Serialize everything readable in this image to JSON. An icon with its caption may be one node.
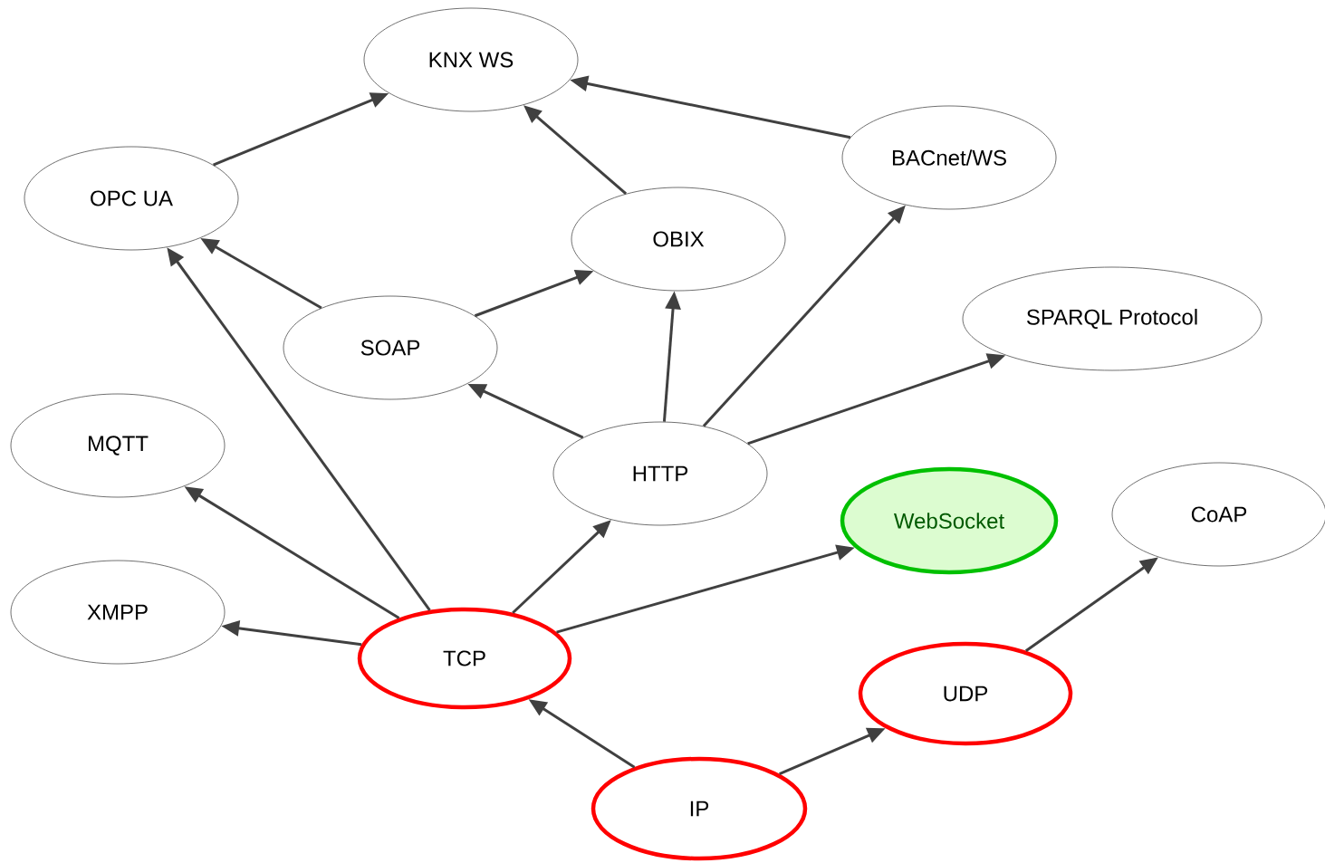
{
  "diagram": {
    "nodes": [
      {
        "text": [
          "KNX WS"
        ]
      },
      {
        "text": [
          "OPC UA"
        ]
      },
      {
        "text": [
          "BACnet/WS"
        ]
      },
      {
        "text": [
          "OBIX"
        ]
      },
      {
        "text": [
          "SPARQL Protocol"
        ]
      },
      {
        "text": [
          "SOAP"
        ]
      },
      {
        "text": [
          "MQTT"
        ]
      },
      {
        "text": [
          "HTTP"
        ]
      },
      {
        "text": [
          "WebSocket"
        ]
      },
      {
        "text": [
          "CoAP"
        ]
      },
      {
        "text": [
          "XMPP"
        ]
      },
      {
        "text": [
          "TCP"
        ]
      },
      {
        "text": [
          "UDP"
        ]
      },
      {
        "text": [
          "IP"
        ]
      }
    ],
    "edges": [
      {
        "from": 1,
        "to": 0,
        "arrow": "to"
      },
      {
        "from": 3,
        "to": 0,
        "arrow": "to"
      },
      {
        "from": 2,
        "to": 0,
        "arrow": "to"
      },
      {
        "from": 5,
        "to": 1,
        "arrow": "to"
      },
      {
        "from": 11,
        "to": 1,
        "arrow": "to"
      },
      {
        "from": 5,
        "to": 3,
        "arrow": "to"
      },
      {
        "from": 7,
        "to": 3,
        "arrow": "to"
      },
      {
        "from": 7,
        "to": 2,
        "arrow": "to"
      },
      {
        "from": 7,
        "to": 5,
        "arrow": "to"
      },
      {
        "from": 7,
        "to": 4,
        "arrow": "to"
      },
      {
        "from": 11,
        "to": 6,
        "arrow": "to"
      },
      {
        "from": 11,
        "to": 10,
        "arrow": "to"
      },
      {
        "from": 11,
        "to": 7,
        "arrow": "to"
      },
      {
        "from": 11,
        "to": 8,
        "arrow": "to"
      },
      {
        "from": 12,
        "to": 9,
        "arrow": "to"
      },
      {
        "from": 13,
        "to": 11,
        "arrow": "to"
      },
      {
        "from": 13,
        "to": 12,
        "arrow": "to"
      }
    ]
  }
}
